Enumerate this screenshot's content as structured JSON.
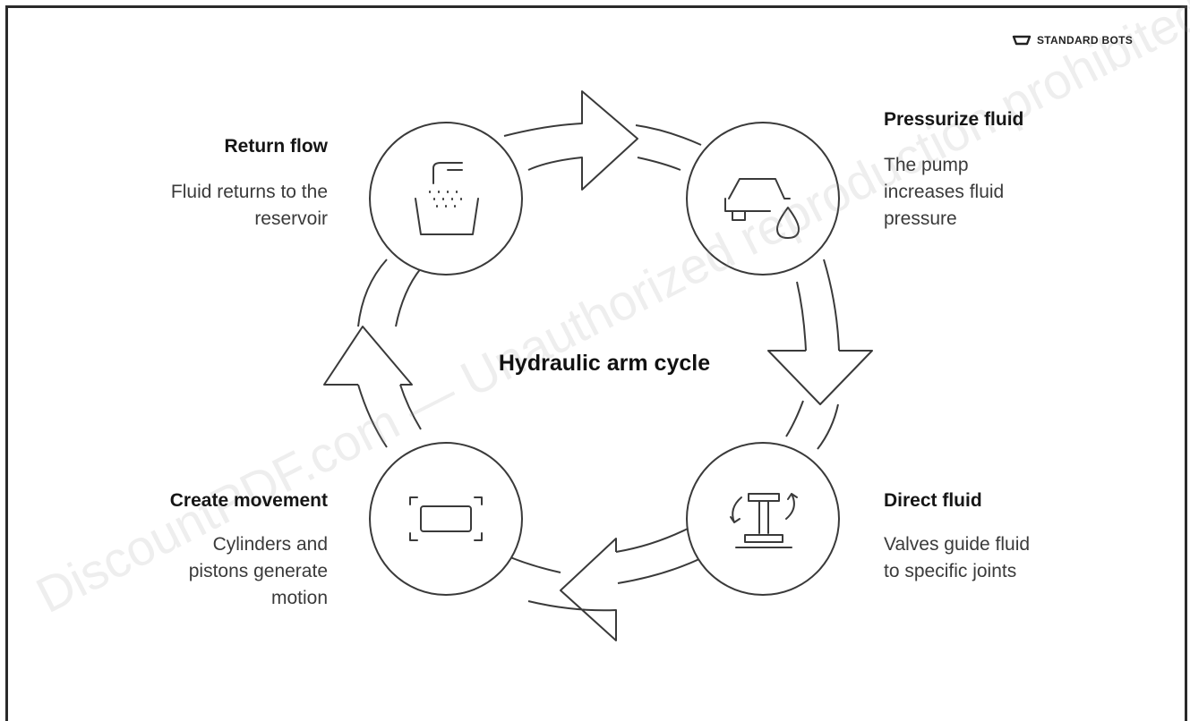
{
  "brand": {
    "name": "STANDARD BOTS",
    "icon": "standard-bots-logo-icon"
  },
  "center_title": "Hydraulic arm cycle",
  "steps": [
    {
      "title": "Pressurize fluid",
      "description": "The pump increases fluid pressure",
      "desc_lines": [
        "The pump",
        "increases fluid",
        "pressure"
      ],
      "icon": "pump-droplet-icon"
    },
    {
      "title": "Direct fluid",
      "description": "Valves guide fluid to specific joints",
      "desc_lines": [
        "Valves guide fluid",
        "to specific joints"
      ],
      "icon": "valve-rotation-icon"
    },
    {
      "title": "Create movement",
      "description": "Cylinders and pistons generate motion",
      "desc_lines": [
        "Cylinders and",
        "pistons generate",
        "motion"
      ],
      "icon": "cylinder-frame-icon"
    },
    {
      "title": "Return flow",
      "description": "Fluid returns to the reservoir",
      "desc_lines": [
        "Fluid returns to the",
        "reservoir"
      ],
      "icon": "faucet-reservoir-icon"
    }
  ],
  "watermark": "DiscountPDF.com — Unauthorized reproduction prohibited",
  "colors": {
    "stroke": "#3a3a3a",
    "text": "#1a1a1a",
    "background": "#ffffff"
  }
}
